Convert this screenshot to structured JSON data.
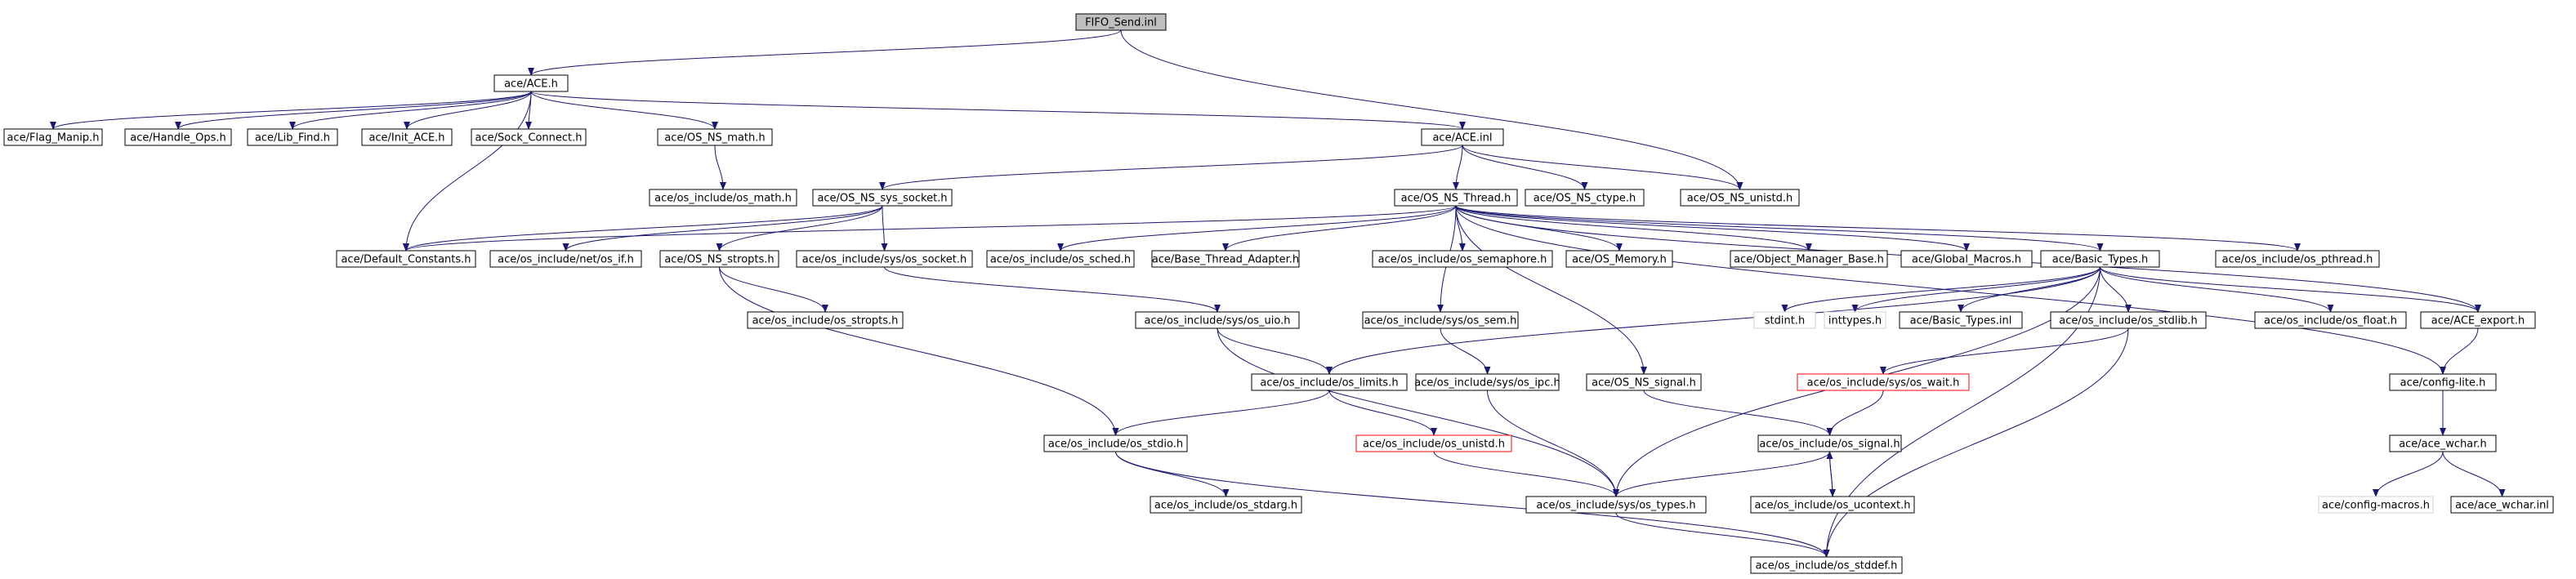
{
  "colors": {
    "edge": "#191970",
    "node_border": "#000000",
    "node_fill": "#ffffff",
    "root_fill": "#bfbfbf",
    "missing_border": "#ff0000",
    "undocumented_border": "#d3d3d3",
    "text": "#000000"
  },
  "nodes": [
    {
      "id": "fifo",
      "label": "FIFO_Send.inl",
      "style": "root"
    },
    {
      "id": "ace_h",
      "label": "ace/ACE.h"
    },
    {
      "id": "flag",
      "label": "ace/Flag_Manip.h"
    },
    {
      "id": "handle",
      "label": "ace/Handle_Ops.h"
    },
    {
      "id": "libfind",
      "label": "ace/Lib_Find.h"
    },
    {
      "id": "initace",
      "label": "ace/Init_ACE.h"
    },
    {
      "id": "sock",
      "label": "ace/Sock_Connect.h"
    },
    {
      "id": "osmath",
      "label": "ace/OS_NS_math.h"
    },
    {
      "id": "aceinl",
      "label": "ace/ACE.inl"
    },
    {
      "id": "osinc_math",
      "label": "ace/os_include/os_math.h"
    },
    {
      "id": "sys_socket",
      "label": "ace/OS_NS_sys_socket.h"
    },
    {
      "id": "thread",
      "label": "ace/OS_NS_Thread.h"
    },
    {
      "id": "ctype",
      "label": "ace/OS_NS_ctype.h"
    },
    {
      "id": "unistd_ns",
      "label": "ace/OS_NS_unistd.h"
    },
    {
      "id": "defconst",
      "label": "ace/Default_Constants.h"
    },
    {
      "id": "net_if",
      "label": "ace/os_include/net/os_if.h"
    },
    {
      "id": "stropts_ns",
      "label": "ace/OS_NS_stropts.h"
    },
    {
      "id": "sys_os_socket",
      "label": "ace/os_include/sys/os_socket.h"
    },
    {
      "id": "sched",
      "label": "ace/os_include/os_sched.h"
    },
    {
      "id": "bta",
      "label": "ace/Base_Thread_Adapter.h"
    },
    {
      "id": "semaphore",
      "label": "ace/os_include/os_semaphore.h"
    },
    {
      "id": "memory",
      "label": "ace/OS_Memory.h"
    },
    {
      "id": "omb",
      "label": "ace/Object_Manager_Base.h"
    },
    {
      "id": "gmacros",
      "label": "ace/Global_Macros.h"
    },
    {
      "id": "btypes",
      "label": "ace/Basic_Types.h"
    },
    {
      "id": "pthread",
      "label": "ace/os_include/os_pthread.h"
    },
    {
      "id": "stropts_inc",
      "label": "ace/os_include/os_stropts.h"
    },
    {
      "id": "uio",
      "label": "ace/os_include/sys/os_uio.h"
    },
    {
      "id": "sem",
      "label": "ace/os_include/sys/os_sem.h"
    },
    {
      "id": "stdint",
      "label": "stdint.h",
      "style": "undocumented"
    },
    {
      "id": "inttypes",
      "label": "inttypes.h",
      "style": "undocumented"
    },
    {
      "id": "btinl",
      "label": "ace/Basic_Types.inl"
    },
    {
      "id": "stdlib",
      "label": "ace/os_include/os_stdlib.h"
    },
    {
      "id": "float",
      "label": "ace/os_include/os_float.h"
    },
    {
      "id": "ace_export",
      "label": "ace/ACE_export.h"
    },
    {
      "id": "limits",
      "label": "ace/os_include/os_limits.h"
    },
    {
      "id": "ipc",
      "label": "ace/os_include/sys/os_ipc.h"
    },
    {
      "id": "signal_ns",
      "label": "ace/OS_NS_signal.h"
    },
    {
      "id": "wait",
      "label": "ace/os_include/sys/os_wait.h",
      "style": "missing"
    },
    {
      "id": "configlite",
      "label": "ace/config-lite.h"
    },
    {
      "id": "stdio",
      "label": "ace/os_include/os_stdio.h"
    },
    {
      "id": "unistd_inc",
      "label": "ace/os_include/os_unistd.h",
      "style": "missing"
    },
    {
      "id": "signal_inc",
      "label": "ace/os_include/os_signal.h"
    },
    {
      "id": "acewchar",
      "label": "ace/ace_wchar.h"
    },
    {
      "id": "stdarg",
      "label": "ace/os_include/os_stdarg.h"
    },
    {
      "id": "types",
      "label": "ace/os_include/sys/os_types.h"
    },
    {
      "id": "ucontext",
      "label": "ace/os_include/os_ucontext.h"
    },
    {
      "id": "cfgmacros",
      "label": "ace/config-macros.h",
      "style": "undocumented"
    },
    {
      "id": "wcharinl",
      "label": "ace/ace_wchar.inl"
    },
    {
      "id": "stddef",
      "label": "ace/os_include/os_stddef.h"
    }
  ],
  "edges": [
    [
      "fifo",
      "ace_h"
    ],
    [
      "fifo",
      "unistd_ns"
    ],
    [
      "ace_h",
      "flag"
    ],
    [
      "ace_h",
      "handle"
    ],
    [
      "ace_h",
      "libfind"
    ],
    [
      "ace_h",
      "initace"
    ],
    [
      "ace_h",
      "sock"
    ],
    [
      "ace_h",
      "osmath"
    ],
    [
      "ace_h",
      "aceinl"
    ],
    [
      "ace_h",
      "defconst"
    ],
    [
      "osmath",
      "osinc_math"
    ],
    [
      "aceinl",
      "sys_socket"
    ],
    [
      "aceinl",
      "thread"
    ],
    [
      "aceinl",
      "ctype"
    ],
    [
      "aceinl",
      "unistd_ns"
    ],
    [
      "sys_socket",
      "defconst"
    ],
    [
      "sys_socket",
      "net_if"
    ],
    [
      "sys_socket",
      "stropts_ns"
    ],
    [
      "sys_socket",
      "sys_os_socket"
    ],
    [
      "thread",
      "defconst"
    ],
    [
      "thread",
      "sched"
    ],
    [
      "thread",
      "bta"
    ],
    [
      "thread",
      "semaphore"
    ],
    [
      "thread",
      "memory"
    ],
    [
      "thread",
      "omb"
    ],
    [
      "thread",
      "gmacros"
    ],
    [
      "thread",
      "btypes"
    ],
    [
      "thread",
      "pthread"
    ],
    [
      "thread",
      "ace_export"
    ],
    [
      "thread",
      "sem"
    ],
    [
      "thread",
      "signal_ns"
    ],
    [
      "thread",
      "configlite"
    ],
    [
      "stropts_ns",
      "stropts_inc"
    ],
    [
      "stropts_ns",
      "stdio"
    ],
    [
      "sys_os_socket",
      "uio"
    ],
    [
      "uio",
      "limits"
    ],
    [
      "uio",
      "types"
    ],
    [
      "sem",
      "ipc"
    ],
    [
      "btypes",
      "limits"
    ],
    [
      "btypes",
      "stdint"
    ],
    [
      "btypes",
      "inttypes"
    ],
    [
      "btypes",
      "btinl"
    ],
    [
      "btypes",
      "stdlib"
    ],
    [
      "btypes",
      "float"
    ],
    [
      "btypes",
      "ace_export"
    ],
    [
      "btypes",
      "types"
    ],
    [
      "btypes",
      "stddef"
    ],
    [
      "stdlib",
      "wait"
    ],
    [
      "stdlib",
      "stddef"
    ],
    [
      "ace_export",
      "configlite"
    ],
    [
      "limits",
      "stdio"
    ],
    [
      "limits",
      "unistd_inc"
    ],
    [
      "ipc",
      "types"
    ],
    [
      "signal_ns",
      "signal_inc"
    ],
    [
      "wait",
      "signal_inc"
    ],
    [
      "configlite",
      "acewchar"
    ],
    [
      "stdio",
      "stdarg"
    ],
    [
      "stdio",
      "stddef"
    ],
    [
      "unistd_inc",
      "types"
    ],
    [
      "signal_inc",
      "types"
    ],
    [
      "signal_inc",
      "ucontext"
    ],
    [
      "ucontext",
      "signal_inc"
    ],
    [
      "acewchar",
      "cfgmacros"
    ],
    [
      "acewchar",
      "wcharinl"
    ],
    [
      "types",
      "stddef"
    ]
  ]
}
